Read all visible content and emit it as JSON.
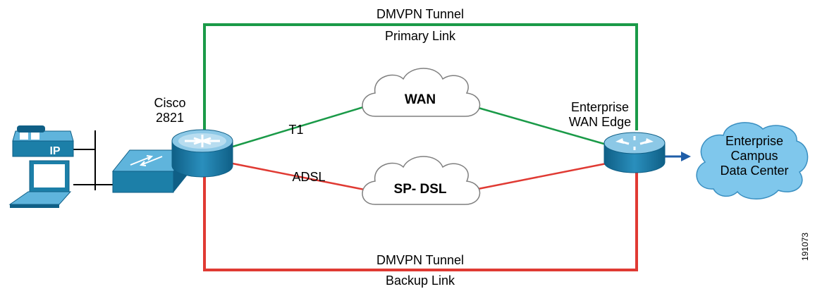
{
  "labels": {
    "tunnel_top": "DMVPN Tunnel",
    "primary_link": "Primary Link",
    "router_left_line1": "Cisco",
    "router_left_line2": "2821",
    "t1": "T1",
    "adsl": "ADSL",
    "wan_cloud": "WAN",
    "dsl_cloud": "SP- DSL",
    "router_right_line1": "Enterprise",
    "router_right_line2": "WAN Edge",
    "campus_line1": "Enterprise",
    "campus_line2": "Campus",
    "campus_line3": "Data Center",
    "tunnel_bottom": "DMVPN Tunnel",
    "backup_link": "Backup Link",
    "phone_badge": "IP",
    "figure_id": "191073"
  },
  "colors": {
    "primary": "#1a9a48",
    "backup": "#e03a33",
    "device_blue": "#1c7fa8",
    "cloud_blue": "#7fc7ec",
    "arrow": "#1f5ea8"
  }
}
